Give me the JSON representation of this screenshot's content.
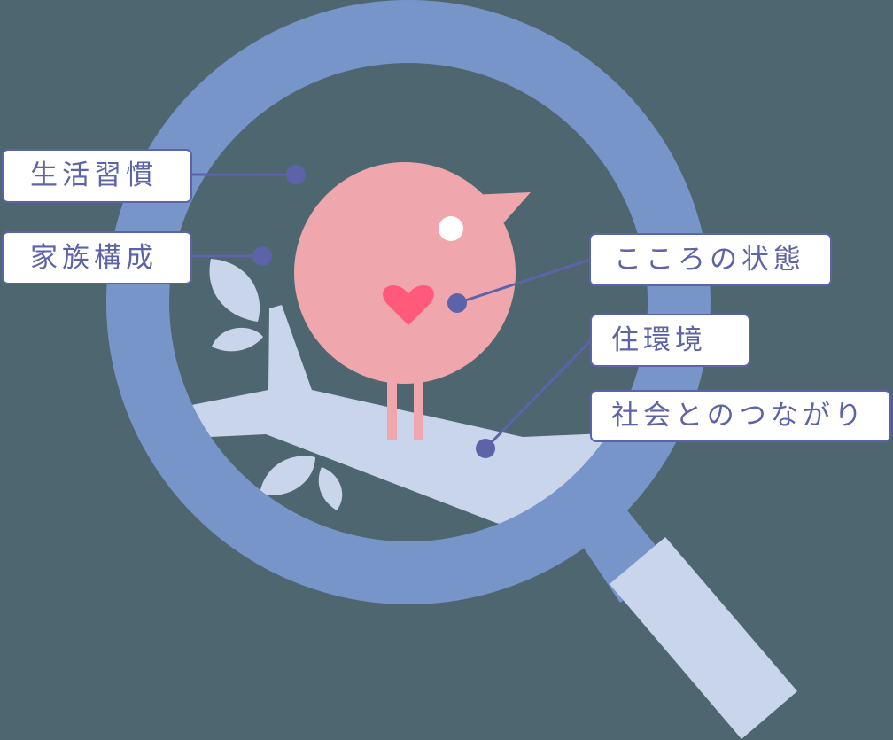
{
  "colors": {
    "background": "#4d6670",
    "ring": "#7795c9",
    "handle": "#c8d5ea",
    "branch": "#c8d5ea",
    "bird_body": "#efa7ad",
    "heart": "#ff5a7a",
    "eye": "#ffffff",
    "accent": "#5d63a8"
  },
  "labels": [
    {
      "id": "lifestyle",
      "text": "生活習慣"
    },
    {
      "id": "family",
      "text": "家族構成"
    },
    {
      "id": "mind",
      "text": "こころの状態"
    },
    {
      "id": "housing",
      "text": "住環境"
    },
    {
      "id": "social",
      "text": "社会とのつながり"
    }
  ],
  "icons": {
    "magnifier": "magnifying-glass-icon",
    "bird": "bird-icon",
    "heart": "heart-icon",
    "branch": "branch-icon",
    "leaf": "leaf-icon"
  }
}
